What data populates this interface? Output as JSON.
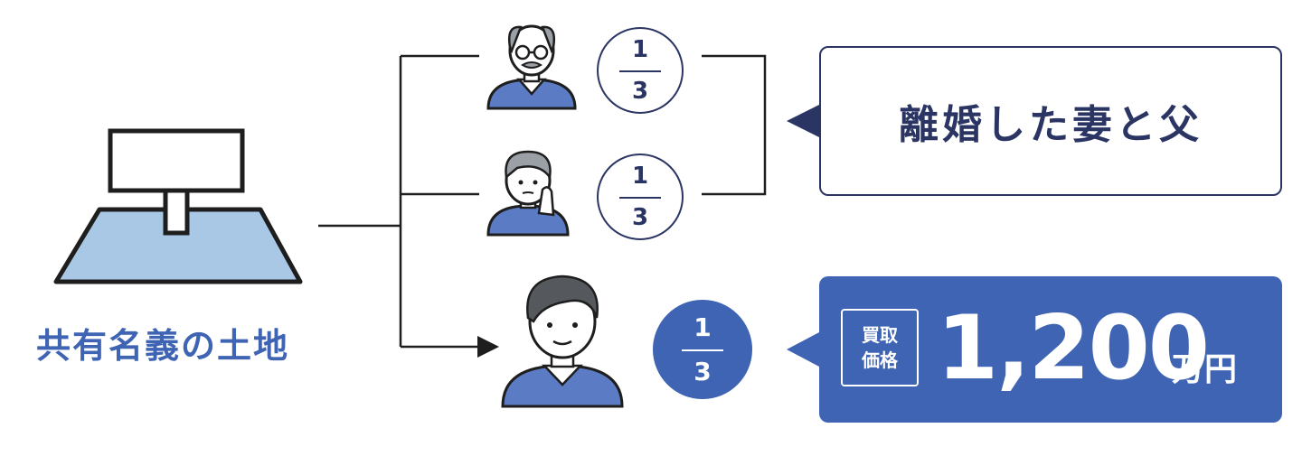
{
  "land": {
    "label": "共有名義の土地"
  },
  "owners": [
    {
      "name": "father",
      "share_numerator": "1",
      "share_denominator": "3"
    },
    {
      "name": "ex-wife",
      "share_numerator": "1",
      "share_denominator": "3"
    },
    {
      "name": "self",
      "share_numerator": "1",
      "share_denominator": "3"
    }
  ],
  "callouts": {
    "relation_text": "離婚した妻と父",
    "badge_line1": "買取",
    "badge_line2": "価格",
    "price_value": "1,200",
    "price_unit": "万円"
  },
  "colors": {
    "navy": "#2b3563",
    "blue": "#3e64b3",
    "land_fill": "#a9c8e6",
    "gray_hair": "#9aa0a6",
    "dark_hair": "#55595e",
    "skin": "#ffffff",
    "shirt": "#5b7cc4"
  }
}
